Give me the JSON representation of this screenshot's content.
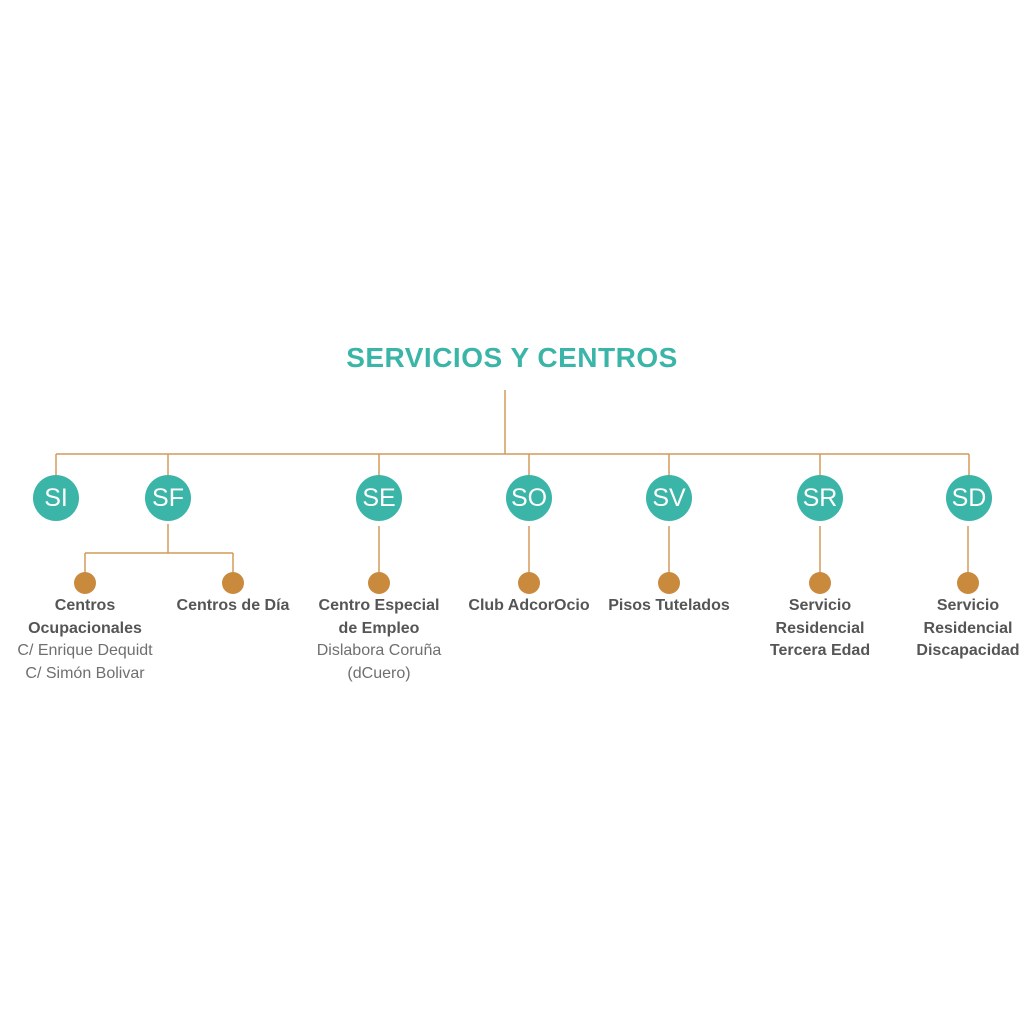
{
  "title": "SERVICIOS Y CENTROS",
  "colors": {
    "title": "#3bb5a8",
    "node": "#3bb5a8",
    "leaf": "#c98a3e",
    "line": "#d39a5a",
    "text": "#555555"
  },
  "nodes": [
    {
      "code": "SI"
    },
    {
      "code": "SF"
    },
    {
      "code": "SE"
    },
    {
      "code": "SO"
    },
    {
      "code": "SV"
    },
    {
      "code": "SR"
    },
    {
      "code": "SD"
    }
  ],
  "leaves": [
    {
      "title_lines": [
        "Centros",
        "Ocupacionales"
      ],
      "sub_lines": [
        "C/ Enrique Dequidt",
        "C/ Simón Bolivar"
      ]
    },
    {
      "title_lines": [
        "Centros de Día"
      ],
      "sub_lines": []
    },
    {
      "title_lines": [
        "Centro Especial",
        "de Empleo"
      ],
      "sub_lines": [
        "Dislabora Coruña",
        "(dCuero)"
      ]
    },
    {
      "title_lines": [
        "Club AdcorOcio"
      ],
      "sub_lines": []
    },
    {
      "title_lines": [
        "Pisos Tutelados"
      ],
      "sub_lines": []
    },
    {
      "title_lines": [
        "Servicio",
        "Residencial",
        "Tercera Edad"
      ],
      "sub_lines": []
    },
    {
      "title_lines": [
        "Servicio",
        "Residencial",
        "Discapacidad"
      ],
      "sub_lines": []
    }
  ]
}
